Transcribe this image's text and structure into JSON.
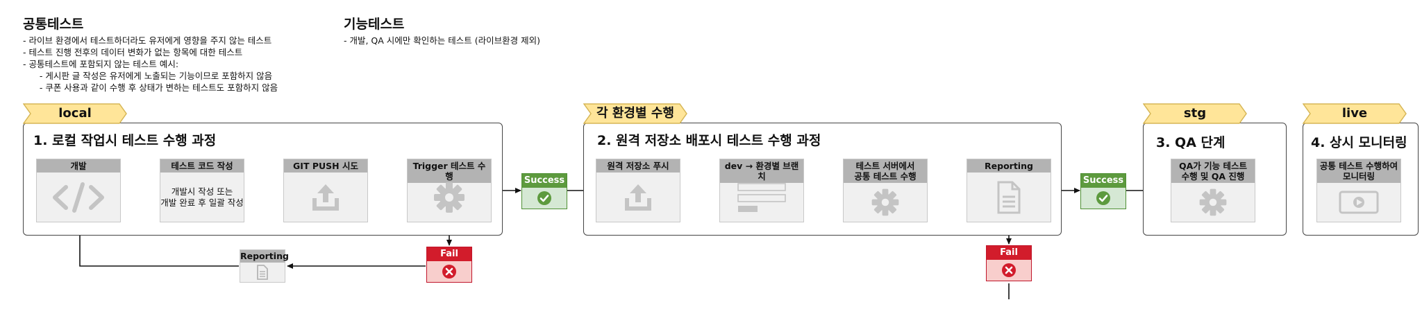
{
  "notes": {
    "common": {
      "title": "공통테스트",
      "lines": "- 라이브 환경에서 테스트하더라도 유저에게 영향을 주지 않는 테스트\n- 테스트 진행 전후의 데이터 변화가 없는 항목에 대한 테스트\n- 공통테스트에 포함되지 않는 테스트 예시:\n      - 게시판 글 작성은 유저에게 노출되는 기능이므로 포함하지 않음\n      - 쿠폰 사용과 같이 수행 후 상태가 변하는 테스트도 포함하지 않음"
    },
    "functional": {
      "title": "기능테스트",
      "lines": "- 개발, QA 시에만 확인하는 테스트 (라이브환경 제외)"
    }
  },
  "tags": {
    "local": "local",
    "each_env": "각 환경별 수행",
    "stg": "stg",
    "live": "live"
  },
  "sections": {
    "s1": "1. 로컬 작업시 테스트 수행 과정",
    "s2": "2. 원격 저장소 배포시 테스트 수행 과정",
    "s3": "3. QA 단계",
    "s4": "4. 상시 모니터링"
  },
  "nodes": {
    "dev": {
      "label": "개발",
      "icon": "code-icon"
    },
    "test_code": {
      "label": "테스트 코드 작성",
      "text": "개발시 작성 또는\n개발 완료 후 일괄 작성"
    },
    "git_push": {
      "label": "GIT PUSH 시도",
      "icon": "upload-icon"
    },
    "trigger": {
      "label": "Trigger 테스트 수행",
      "icon": "gear-icon"
    },
    "remote_push": {
      "label": "원격 저장소 푸시",
      "icon": "upload-icon"
    },
    "branch": {
      "label": "dev → 환경별 브랜치",
      "icon": "form-icon"
    },
    "test_server": {
      "label": "테스트 서버에서\n공통 테스트 수행",
      "icon": "gear-icon"
    },
    "reporting": {
      "label": "Reporting",
      "icon": "document-icon"
    },
    "qa": {
      "label": "QA가 기능 테스트\n수행 및 QA 진행",
      "icon": "gear-icon"
    },
    "monitor": {
      "label": "공통 테스트 수행하여\n모니터링",
      "icon": "video-icon"
    }
  },
  "badges": {
    "success": "Success",
    "fail": "Fail",
    "reporting_small": "Reporting"
  },
  "colors": {
    "tag_fill": "#ffe599",
    "tag_stroke": "#d6b656",
    "success": "#5d9a3e",
    "fail": "#d21c2b",
    "node_header": "#b3b3b3"
  }
}
